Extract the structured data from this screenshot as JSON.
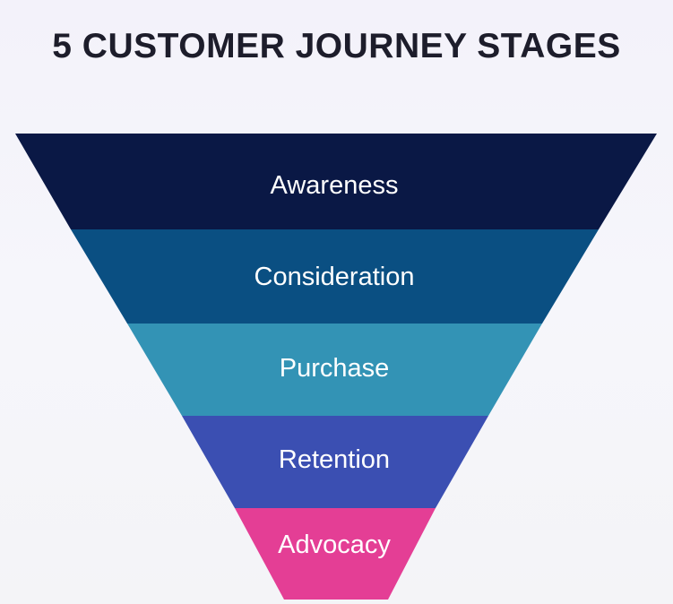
{
  "title": "5 CUSTOMER JOURNEY STAGES",
  "stages": [
    {
      "label": "Awareness",
      "color": "#0a1845"
    },
    {
      "label": "Consideration",
      "color": "#0a4f82"
    },
    {
      "label": "Purchase",
      "color": "#3393b5"
    },
    {
      "label": "Retention",
      "color": "#3b4fb2"
    },
    {
      "label": "Advocacy",
      "color": "#e43e95"
    }
  ]
}
